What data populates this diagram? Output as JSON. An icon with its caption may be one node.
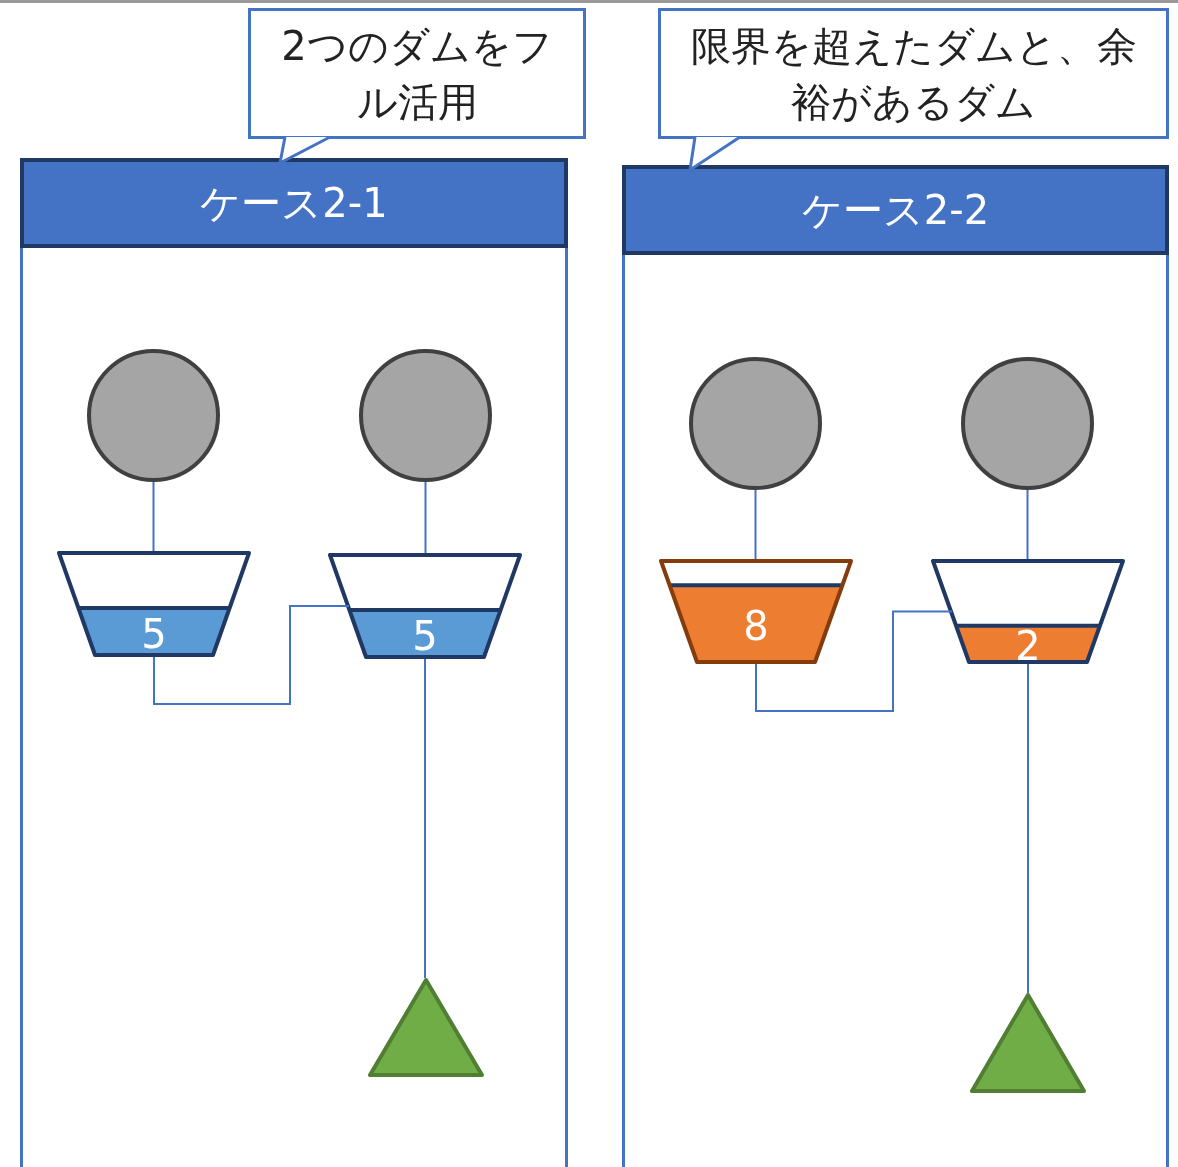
{
  "diagram": {
    "nodes": [
      {
        "text": [
          "2つのダムをフル活用"
        ]
      },
      {
        "text": [
          "ケース2-1"
        ]
      },
      {
        "text": [],
        "shape": "circle",
        "in": 1
      },
      {
        "text": [],
        "shape": "circle",
        "in": 1
      },
      {
        "text": [
          "5"
        ],
        "in": 1
      },
      {
        "text": [
          "5"
        ],
        "in": 1
      },
      {
        "text": [],
        "shape": "triangle",
        "in": 1
      },
      {
        "text": [
          "限界を超えたダムと、余裕があるダム"
        ]
      },
      {
        "text": [
          "ケース2-2"
        ]
      },
      {
        "text": [],
        "shape": "circle",
        "in": 8
      },
      {
        "text": [],
        "shape": "circle",
        "in": 8
      },
      {
        "text": [
          "8"
        ],
        "in": 8
      },
      {
        "text": [
          "2"
        ],
        "in": 8
      },
      {
        "text": [],
        "shape": "triangle",
        "in": 8
      }
    ],
    "edges": [
      {
        "from": 0,
        "to": 1,
        "arrow": "to"
      },
      {
        "from": 2,
        "to": 4,
        "arrow": "none"
      },
      {
        "from": 3,
        "to": 5,
        "arrow": "none"
      },
      {
        "from": 4,
        "to": 5,
        "arrow": "none"
      },
      {
        "from": 5,
        "to": 6,
        "arrow": "none"
      },
      {
        "from": 7,
        "to": 8,
        "arrow": "to"
      },
      {
        "from": 9,
        "to": 11,
        "arrow": "none"
      },
      {
        "from": 10,
        "to": 12,
        "arrow": "none"
      },
      {
        "from": 11,
        "to": 12,
        "arrow": "none"
      },
      {
        "from": 12,
        "to": 13,
        "arrow": "none"
      }
    ]
  }
}
